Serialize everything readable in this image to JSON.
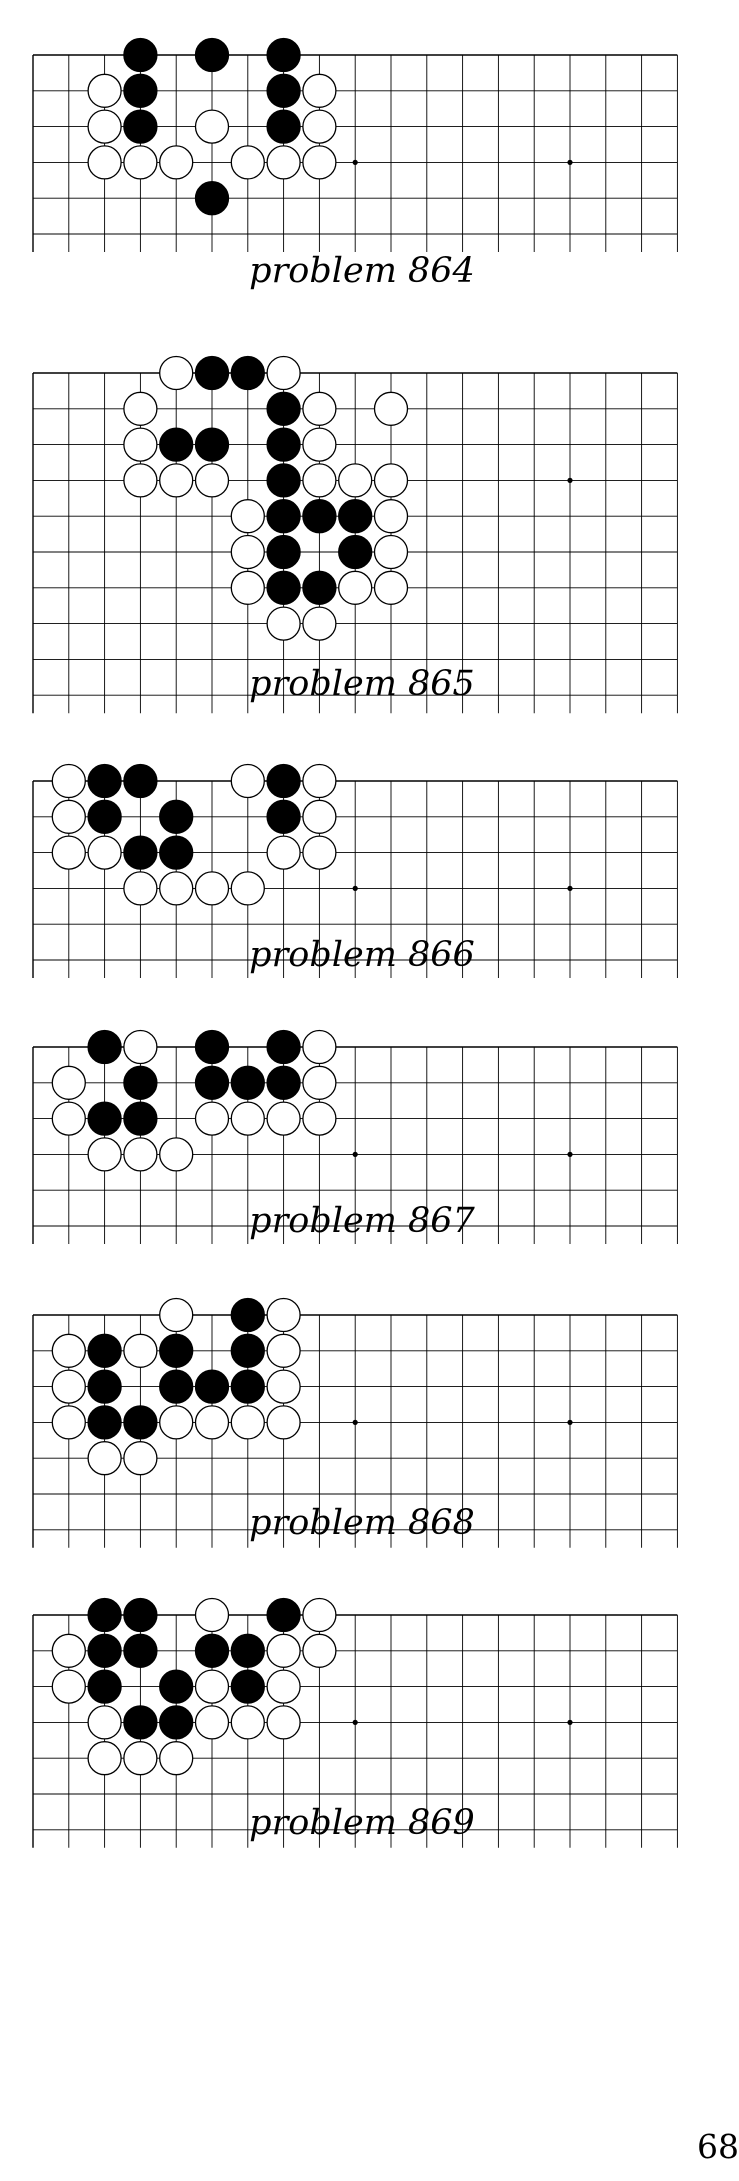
{
  "page_number": "68",
  "problems": [
    {
      "label": "problem 864",
      "black": [
        [
          3,
          0
        ],
        [
          5,
          0
        ],
        [
          7,
          0
        ],
        [
          3,
          1
        ],
        [
          7,
          1
        ],
        [
          3,
          2
        ],
        [
          7,
          2
        ],
        [
          5,
          4
        ]
      ],
      "white": [
        [
          2,
          1
        ],
        [
          8,
          1
        ],
        [
          2,
          2
        ],
        [
          5,
          2
        ],
        [
          8,
          2
        ],
        [
          2,
          3
        ],
        [
          3,
          3
        ],
        [
          4,
          3
        ],
        [
          6,
          3
        ],
        [
          7,
          3
        ],
        [
          8,
          3
        ]
      ]
    },
    {
      "label": "problem 865",
      "black": [
        [
          5,
          0
        ],
        [
          6,
          0
        ],
        [
          7,
          1
        ],
        [
          4,
          2
        ],
        [
          5,
          2
        ],
        [
          7,
          2
        ],
        [
          7,
          3
        ],
        [
          7,
          4
        ],
        [
          8,
          4
        ],
        [
          9,
          4
        ],
        [
          7,
          5
        ],
        [
          9,
          5
        ],
        [
          7,
          6
        ],
        [
          8,
          6
        ]
      ],
      "white": [
        [
          4,
          0
        ],
        [
          7,
          0
        ],
        [
          3,
          1
        ],
        [
          8,
          1
        ],
        [
          10,
          1
        ],
        [
          3,
          2
        ],
        [
          8,
          2
        ],
        [
          3,
          3
        ],
        [
          4,
          3
        ],
        [
          5,
          3
        ],
        [
          8,
          3
        ],
        [
          9,
          3
        ],
        [
          10,
          3
        ],
        [
          6,
          4
        ],
        [
          10,
          4
        ],
        [
          6,
          5
        ],
        [
          10,
          5
        ],
        [
          6,
          6
        ],
        [
          9,
          6
        ],
        [
          10,
          6
        ],
        [
          7,
          7
        ],
        [
          8,
          7
        ]
      ]
    },
    {
      "label": "problem 866",
      "black": [
        [
          2,
          0
        ],
        [
          3,
          0
        ],
        [
          7,
          0
        ],
        [
          2,
          1
        ],
        [
          4,
          1
        ],
        [
          7,
          1
        ],
        [
          3,
          2
        ],
        [
          4,
          2
        ]
      ],
      "white": [
        [
          1,
          0
        ],
        [
          6,
          0
        ],
        [
          8,
          0
        ],
        [
          1,
          1
        ],
        [
          8,
          1
        ],
        [
          1,
          2
        ],
        [
          2,
          2
        ],
        [
          7,
          2
        ],
        [
          8,
          2
        ],
        [
          3,
          3
        ],
        [
          4,
          3
        ],
        [
          5,
          3
        ],
        [
          6,
          3
        ]
      ]
    },
    {
      "label": "problem 867",
      "black": [
        [
          2,
          0
        ],
        [
          5,
          0
        ],
        [
          7,
          0
        ],
        [
          3,
          1
        ],
        [
          5,
          1
        ],
        [
          6,
          1
        ],
        [
          7,
          1
        ],
        [
          2,
          2
        ],
        [
          3,
          2
        ]
      ],
      "white": [
        [
          3,
          0
        ],
        [
          8,
          0
        ],
        [
          1,
          1
        ],
        [
          8,
          1
        ],
        [
          1,
          2
        ],
        [
          5,
          2
        ],
        [
          6,
          2
        ],
        [
          7,
          2
        ],
        [
          8,
          2
        ],
        [
          2,
          3
        ],
        [
          3,
          3
        ],
        [
          4,
          3
        ]
      ]
    },
    {
      "label": "problem 868",
      "black": [
        [
          6,
          0
        ],
        [
          2,
          1
        ],
        [
          4,
          1
        ],
        [
          6,
          1
        ],
        [
          2,
          2
        ],
        [
          4,
          2
        ],
        [
          5,
          2
        ],
        [
          6,
          2
        ],
        [
          2,
          3
        ],
        [
          3,
          3
        ]
      ],
      "white": [
        [
          4,
          0
        ],
        [
          7,
          0
        ],
        [
          1,
          1
        ],
        [
          3,
          1
        ],
        [
          7,
          1
        ],
        [
          1,
          2
        ],
        [
          7,
          2
        ],
        [
          1,
          3
        ],
        [
          4,
          3
        ],
        [
          5,
          3
        ],
        [
          6,
          3
        ],
        [
          7,
          3
        ],
        [
          2,
          4
        ],
        [
          3,
          4
        ]
      ]
    },
    {
      "label": "problem 869",
      "black": [
        [
          2,
          0
        ],
        [
          3,
          0
        ],
        [
          7,
          0
        ],
        [
          2,
          1
        ],
        [
          3,
          1
        ],
        [
          5,
          1
        ],
        [
          6,
          1
        ],
        [
          2,
          2
        ],
        [
          4,
          2
        ],
        [
          6,
          2
        ],
        [
          3,
          3
        ],
        [
          4,
          3
        ]
      ],
      "white": [
        [
          5,
          0
        ],
        [
          8,
          0
        ],
        [
          1,
          1
        ],
        [
          7,
          1
        ],
        [
          8,
          1
        ],
        [
          1,
          2
        ],
        [
          5,
          2
        ],
        [
          7,
          2
        ],
        [
          2,
          3
        ],
        [
          5,
          3
        ],
        [
          6,
          3
        ],
        [
          7,
          3
        ],
        [
          2,
          4
        ],
        [
          3,
          4
        ],
        [
          4,
          4
        ]
      ]
    }
  ]
}
